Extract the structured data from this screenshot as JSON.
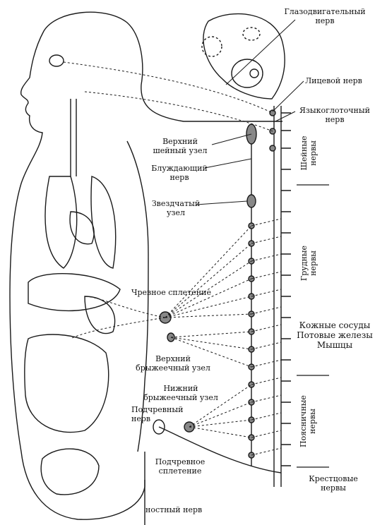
{
  "diagram": {
    "labels": {
      "oculomotor": "Глазодвигательный\nнерв",
      "facial": "Лицевой нерв",
      "glossopharyngeal": "Языкоглоточный\nнерв",
      "superior_cervical": "Верхний\nшейный узел",
      "vagus": "Блуждающий\nнерв",
      "stellate": "Звездчатый\nузел",
      "celiac_plexus": "Чревное сплетение",
      "superior_mesenteric": "Верхний\nбрыжеечный узел",
      "inferior_mesenteric": "Нижний\nбрыжеечный узел",
      "hypogastric_nerve": "Подчревный\nнерв",
      "hypogastric_plexus": "Подчревное\nсплетение",
      "sciatic": "ностный нерв",
      "targets": "Кожные сосуды\nПотовые железы\nМышцы"
    },
    "regions": {
      "cervical": "Шейные\nнервы",
      "thoracic": "Грудные\nнервы",
      "lumbar": "Поясничные\nнервы",
      "sacral": "Крестцовые\nнервы"
    }
  }
}
